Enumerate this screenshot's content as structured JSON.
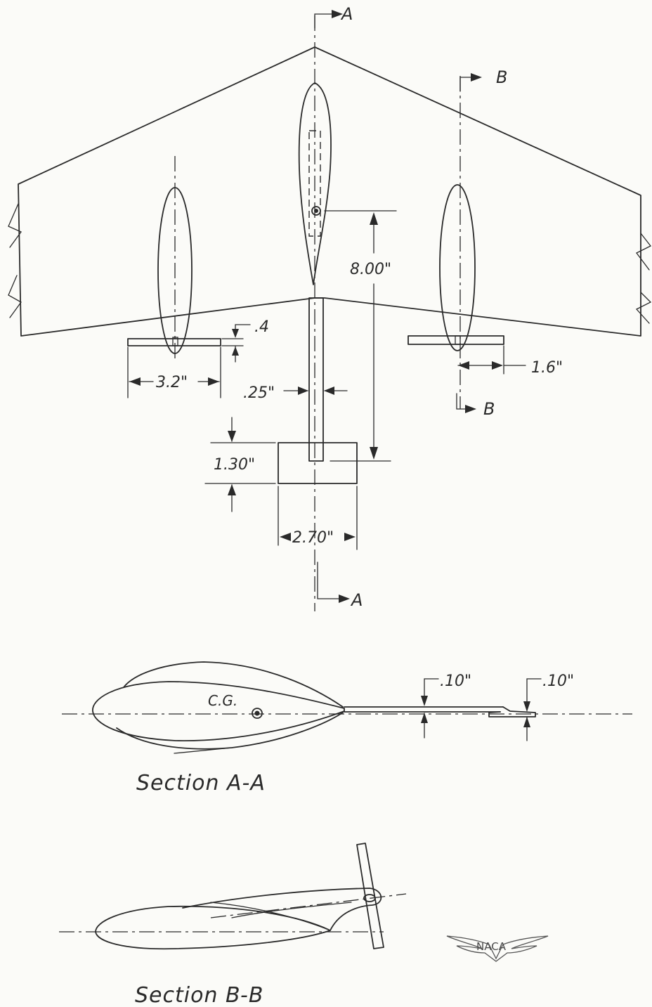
{
  "planform": {
    "section_marks": {
      "a": "A",
      "b": "B"
    },
    "dimensions": {
      "dist_cg_to_vertical": "8.00\"",
      "fin_span": "3.2\"",
      "fin_thickness": ".4",
      "fin_offset": "1.6\"",
      "boom_width": ".25\"",
      "body_length": "1.30\"",
      "body_width": "2.70\""
    }
  },
  "section_aa": {
    "title": "Section A-A",
    "cg_label": "C.G.",
    "dim_left": ".10\"",
    "dim_right": ".10\""
  },
  "section_bb": {
    "title": "Section B-B"
  },
  "logo": {
    "text": "NACA"
  }
}
